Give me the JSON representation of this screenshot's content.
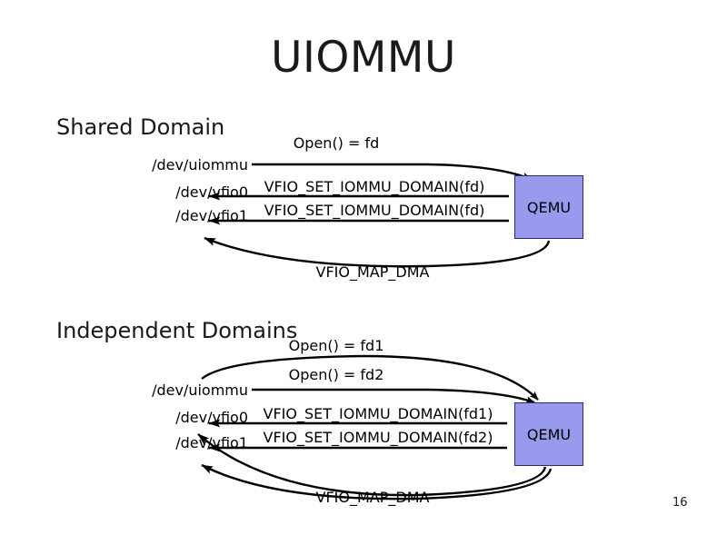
{
  "slide": {
    "title": "UIOMMU",
    "page_number": "16",
    "background_color": "#ffffff",
    "node_fill_color": "#9999ee",
    "node_border_color": "#2b2b6b",
    "text_color": "#000000"
  },
  "sections": [
    {
      "heading": "Shared Domain",
      "device_labels": [
        {
          "text": "/dev/uiommu"
        },
        {
          "text": "/dev/vfio0"
        },
        {
          "text": "/dev/vfio1"
        }
      ],
      "node": {
        "label": "QEMU"
      },
      "edges": [
        {
          "label": "Open() = fd",
          "direction": "device-to-qemu",
          "shape": "curve"
        },
        {
          "label": "VFIO_SET_IOMMU_DOMAIN(fd)",
          "direction": "qemu-to-device",
          "shape": "straight"
        },
        {
          "label": "VFIO_SET_IOMMU_DOMAIN(fd)",
          "direction": "qemu-to-device",
          "shape": "straight"
        },
        {
          "label": "VFIO_MAP_DMA",
          "direction": "qemu-to-device",
          "shape": "curve"
        }
      ]
    },
    {
      "heading": "Independent Domains",
      "device_labels": [
        {
          "text": "/dev/uiommu"
        },
        {
          "text": "/dev/vfio0"
        },
        {
          "text": "/dev/vfio1"
        }
      ],
      "node": {
        "label": "QEMU"
      },
      "edges": [
        {
          "label": "Open() = fd1",
          "direction": "device-to-qemu",
          "shape": "curve"
        },
        {
          "label": "Open() = fd2",
          "direction": "device-to-qemu",
          "shape": "curve"
        },
        {
          "label": "VFIO_SET_IOMMU_DOMAIN(fd1)",
          "direction": "qemu-to-device",
          "shape": "straight"
        },
        {
          "label": "VFIO_SET_IOMMU_DOMAIN(fd2)",
          "direction": "qemu-to-device",
          "shape": "straight"
        },
        {
          "label": "VFIO_MAP_DMA",
          "direction": "qemu-to-device",
          "shape": "curve"
        }
      ]
    }
  ]
}
